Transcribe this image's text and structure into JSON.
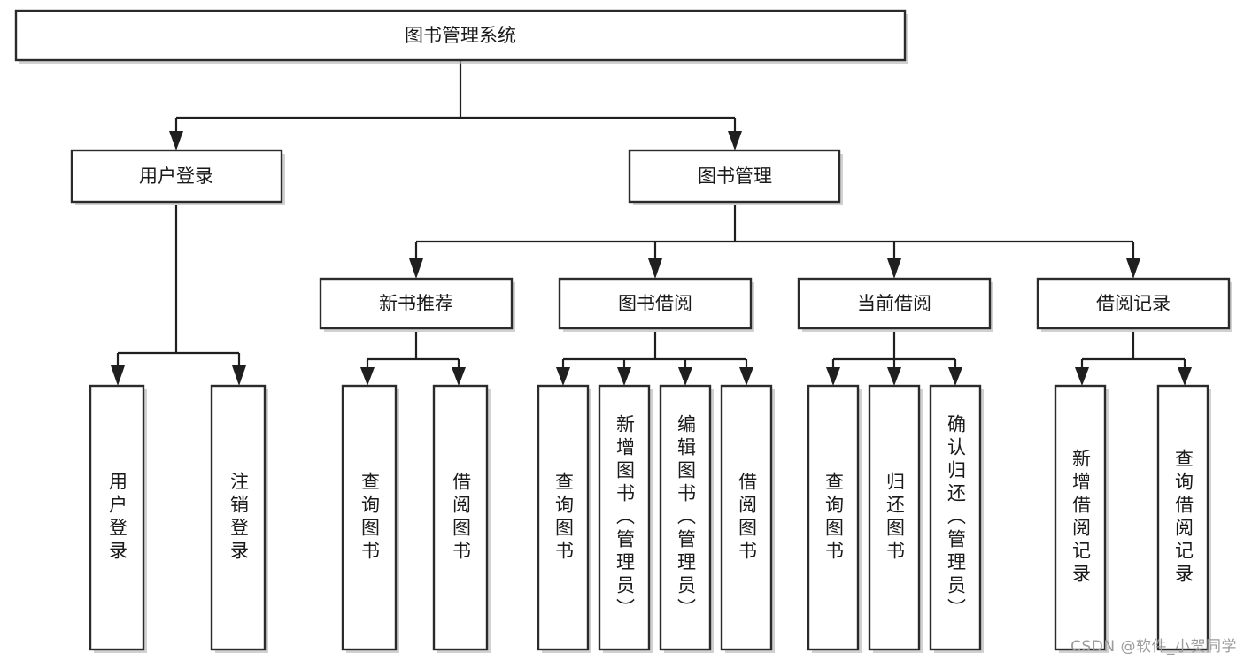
{
  "diagram": {
    "type": "tree-hierarchy-diagram",
    "title": "图书管理系统",
    "watermark": "CSDN @软件_小贺同学",
    "colors": {
      "box_stroke": "#2b2b2b",
      "box_fill": "#ffffff",
      "connector": "#1f1f1f",
      "text": "#1a1a1a",
      "watermark": "#9b9b9b",
      "background": "#ffffff"
    },
    "levels": {
      "root": {
        "label": "图书管理系统"
      },
      "level2": [
        {
          "id": "user-login",
          "label": "用户登录"
        },
        {
          "id": "book-manage",
          "label": "图书管理"
        }
      ],
      "level3": [
        {
          "id": "new-book-recommend",
          "label": "新书推荐",
          "parent": "book-manage"
        },
        {
          "id": "book-borrow",
          "label": "图书借阅",
          "parent": "book-manage"
        },
        {
          "id": "current-borrow",
          "label": "当前借阅",
          "parent": "book-manage"
        },
        {
          "id": "borrow-record",
          "label": "借阅记录",
          "parent": "book-manage"
        }
      ],
      "leaves": [
        {
          "id": "leaf-user-login",
          "label": "用户登录",
          "parent": "user-login"
        },
        {
          "id": "leaf-logout-login",
          "label": "注销登录",
          "parent": "user-login"
        },
        {
          "id": "leaf-query-book-1",
          "label": "查询图书",
          "parent": "new-book-recommend"
        },
        {
          "id": "leaf-borrow-book-1",
          "label": "借阅图书",
          "parent": "new-book-recommend"
        },
        {
          "id": "leaf-query-book-2",
          "label": "查询图书",
          "parent": "book-borrow"
        },
        {
          "id": "leaf-add-book",
          "label": "新增图书（管理员）",
          "parent": "book-borrow"
        },
        {
          "id": "leaf-edit-book",
          "label": "编辑图书（管理员）",
          "parent": "book-borrow"
        },
        {
          "id": "leaf-borrow-book-2",
          "label": "借阅图书",
          "parent": "book-borrow"
        },
        {
          "id": "leaf-query-book-3",
          "label": "查询图书",
          "parent": "current-borrow"
        },
        {
          "id": "leaf-return-book",
          "label": "归还图书",
          "parent": "current-borrow"
        },
        {
          "id": "leaf-confirm-return",
          "label": "确认归还（管理员）",
          "parent": "current-borrow"
        },
        {
          "id": "leaf-add-record",
          "label": "新增借阅记录",
          "parent": "borrow-record"
        },
        {
          "id": "leaf-query-record",
          "label": "查询借阅记录",
          "parent": "borrow-record"
        }
      ]
    }
  }
}
